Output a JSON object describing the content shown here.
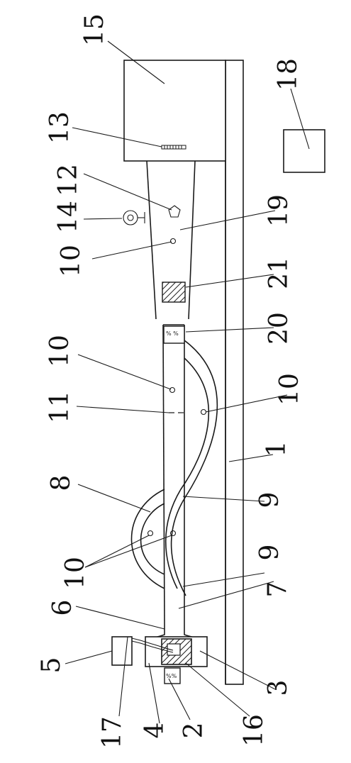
{
  "diagram": {
    "colors": {
      "line": "#1a1a1a",
      "background": "#ffffff",
      "hatch": "#1a1a1a"
    },
    "labels": {
      "l1": "1",
      "l2": "2",
      "l3": "3",
      "l4": "4",
      "l5": "5",
      "l6": "6",
      "l7": "7",
      "l8": "8",
      "l9a": "9",
      "l9b": "9",
      "l10a": "10",
      "l10b": "10",
      "l10c": "10",
      "l10d": "10",
      "l11": "11",
      "l12": "12",
      "l13": "13",
      "l14": "14",
      "l15": "15",
      "l16": "16",
      "l17": "17",
      "l18": "18",
      "l19": "19",
      "l20": "20",
      "l21": "21"
    }
  }
}
